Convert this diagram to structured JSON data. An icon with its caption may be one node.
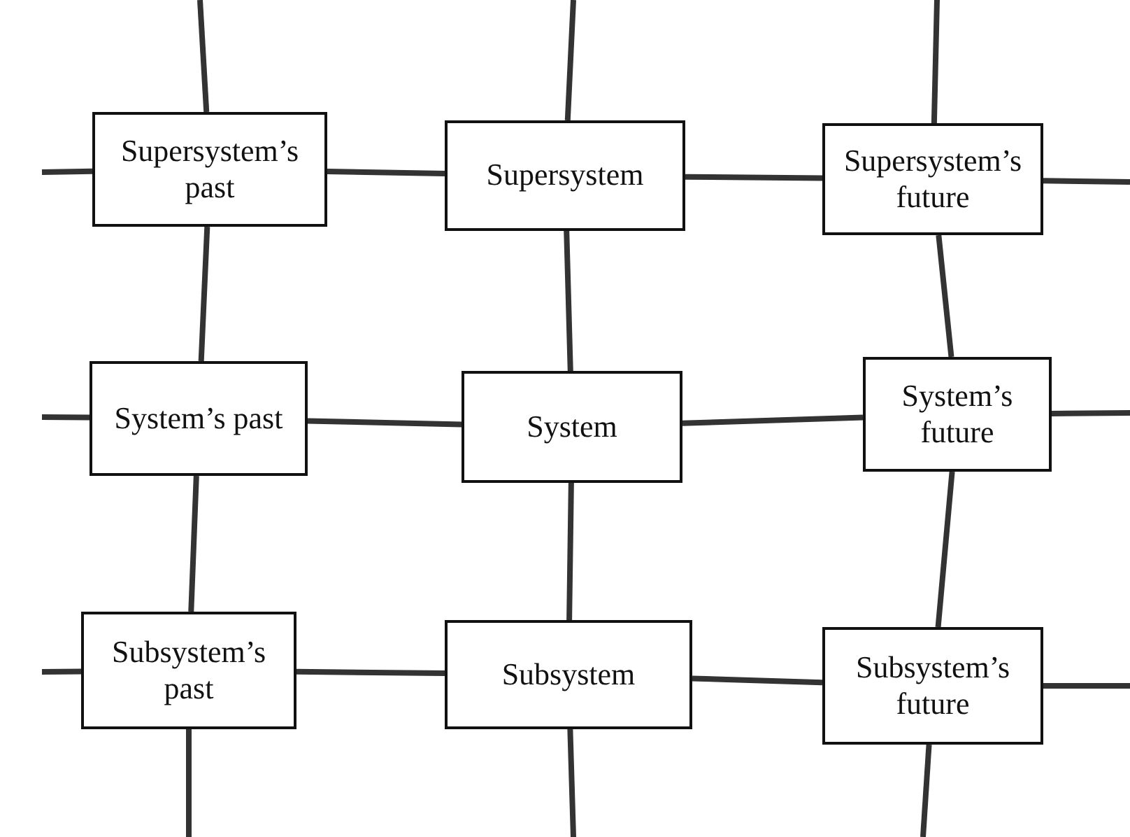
{
  "diagram": {
    "nodes": [
      {
        "text": [
          "Supersystem’s past"
        ]
      },
      {
        "text": [
          "Supersystem"
        ]
      },
      {
        "text": [
          "Supersystem’s future"
        ]
      },
      {
        "text": [
          "System’s past"
        ]
      },
      {
        "text": [
          "System"
        ]
      },
      {
        "text": [
          "System’s future"
        ]
      },
      {
        "text": [
          "Subsystem’s past"
        ]
      },
      {
        "text": [
          "Subsystem"
        ]
      },
      {
        "text": [
          "Subsystem’s future"
        ]
      }
    ],
    "edges": [
      {
        "from": 0,
        "to": 1,
        "arrow": "none"
      },
      {
        "from": 1,
        "to": 2,
        "arrow": "none"
      },
      {
        "from": 3,
        "to": 4,
        "arrow": "none"
      },
      {
        "from": 4,
        "to": 5,
        "arrow": "none"
      },
      {
        "from": 6,
        "to": 7,
        "arrow": "none"
      },
      {
        "from": 7,
        "to": 8,
        "arrow": "none"
      },
      {
        "from": 0,
        "to": 3,
        "arrow": "none"
      },
      {
        "from": 3,
        "to": 6,
        "arrow": "none"
      },
      {
        "from": 1,
        "to": 4,
        "arrow": "none"
      },
      {
        "from": 4,
        "to": 7,
        "arrow": "none"
      },
      {
        "from": 2,
        "to": 5,
        "arrow": "none"
      },
      {
        "from": 5,
        "to": 8,
        "arrow": "none"
      },
      {
        "from": null,
        "to": 0,
        "arrow": "none"
      },
      {
        "from": null,
        "to": 3,
        "arrow": "none"
      },
      {
        "from": null,
        "to": 6,
        "arrow": "none"
      },
      {
        "from": null,
        "to": 2,
        "arrow": "none"
      },
      {
        "from": null,
        "to": 5,
        "arrow": "none"
      },
      {
        "from": null,
        "to": 8,
        "arrow": "none"
      },
      {
        "from": null,
        "to": 0,
        "arrow": "none"
      },
      {
        "from": null,
        "to": 1,
        "arrow": "none"
      },
      {
        "from": null,
        "to": 2,
        "arrow": "none"
      },
      {
        "from": null,
        "to": 6,
        "arrow": "none"
      },
      {
        "from": null,
        "to": 7,
        "arrow": "none"
      },
      {
        "from": null,
        "to": 8,
        "arrow": "none"
      }
    ]
  }
}
